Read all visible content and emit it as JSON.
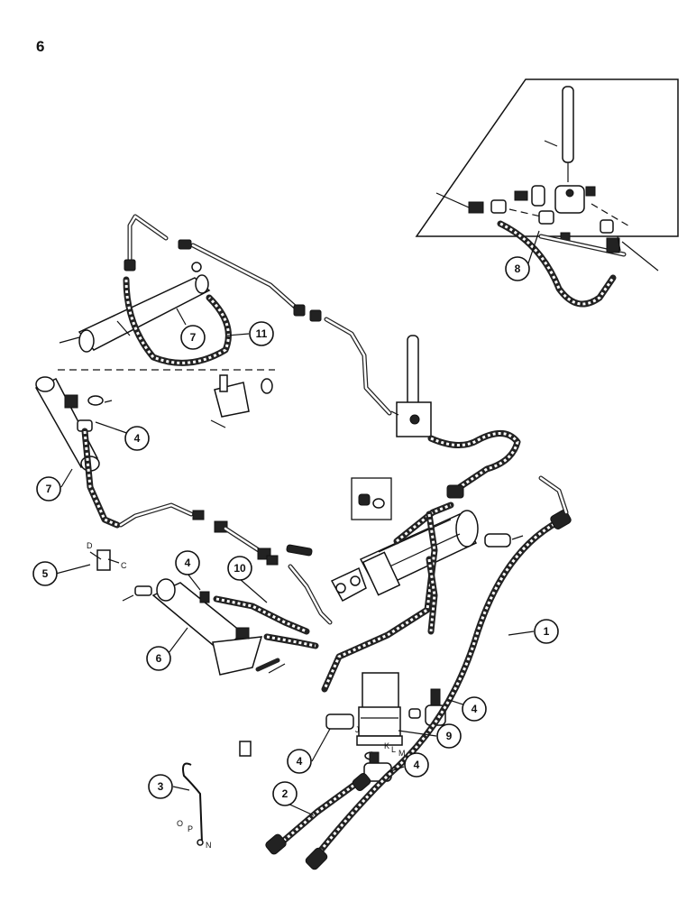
{
  "page": {
    "number": "6"
  },
  "callouts": [
    "1",
    "2",
    "3",
    "4",
    "5",
    "6",
    "7",
    "8",
    "9",
    "10",
    "11"
  ],
  "letters": {
    "d": "D",
    "c": "C",
    "j": "J",
    "k": "K",
    "l": "L",
    "m": "M",
    "o": "O",
    "p": "P",
    "n": "N"
  }
}
